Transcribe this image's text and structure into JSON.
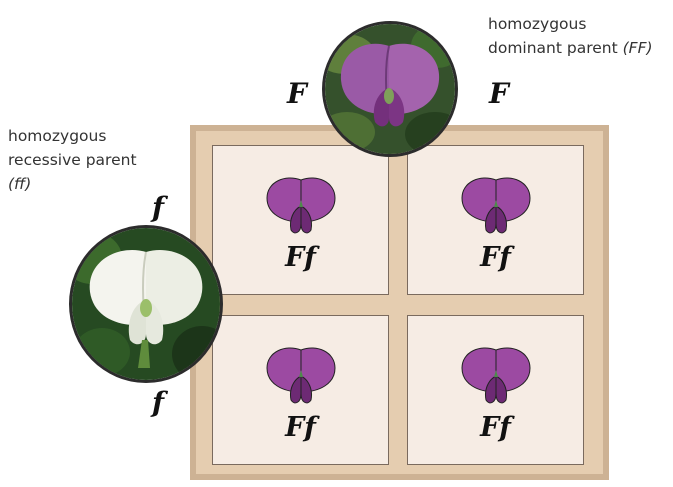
{
  "dominant_parent": {
    "label_line1": "homozygous",
    "label_line2": "dominant parent",
    "genotype": "(FF)",
    "alleles": [
      "F",
      "F"
    ]
  },
  "recessive_parent": {
    "label_line1": "homozygous",
    "label_line2": "recessive parent",
    "genotype": "(ff)",
    "alleles": [
      "f",
      "f"
    ]
  },
  "offspring": [
    {
      "genotype": "Ff",
      "icon": "purple-flower-icon"
    },
    {
      "genotype": "Ff",
      "icon": "purple-flower-icon"
    },
    {
      "genotype": "Ff",
      "icon": "purple-flower-icon"
    },
    {
      "genotype": "Ff",
      "icon": "purple-flower-icon"
    }
  ],
  "colors": {
    "purple_flower": "#9c4aa2",
    "white_flower": "#f4f4ee",
    "frame": "#e5cdb0",
    "cell": "#f6ece4"
  }
}
